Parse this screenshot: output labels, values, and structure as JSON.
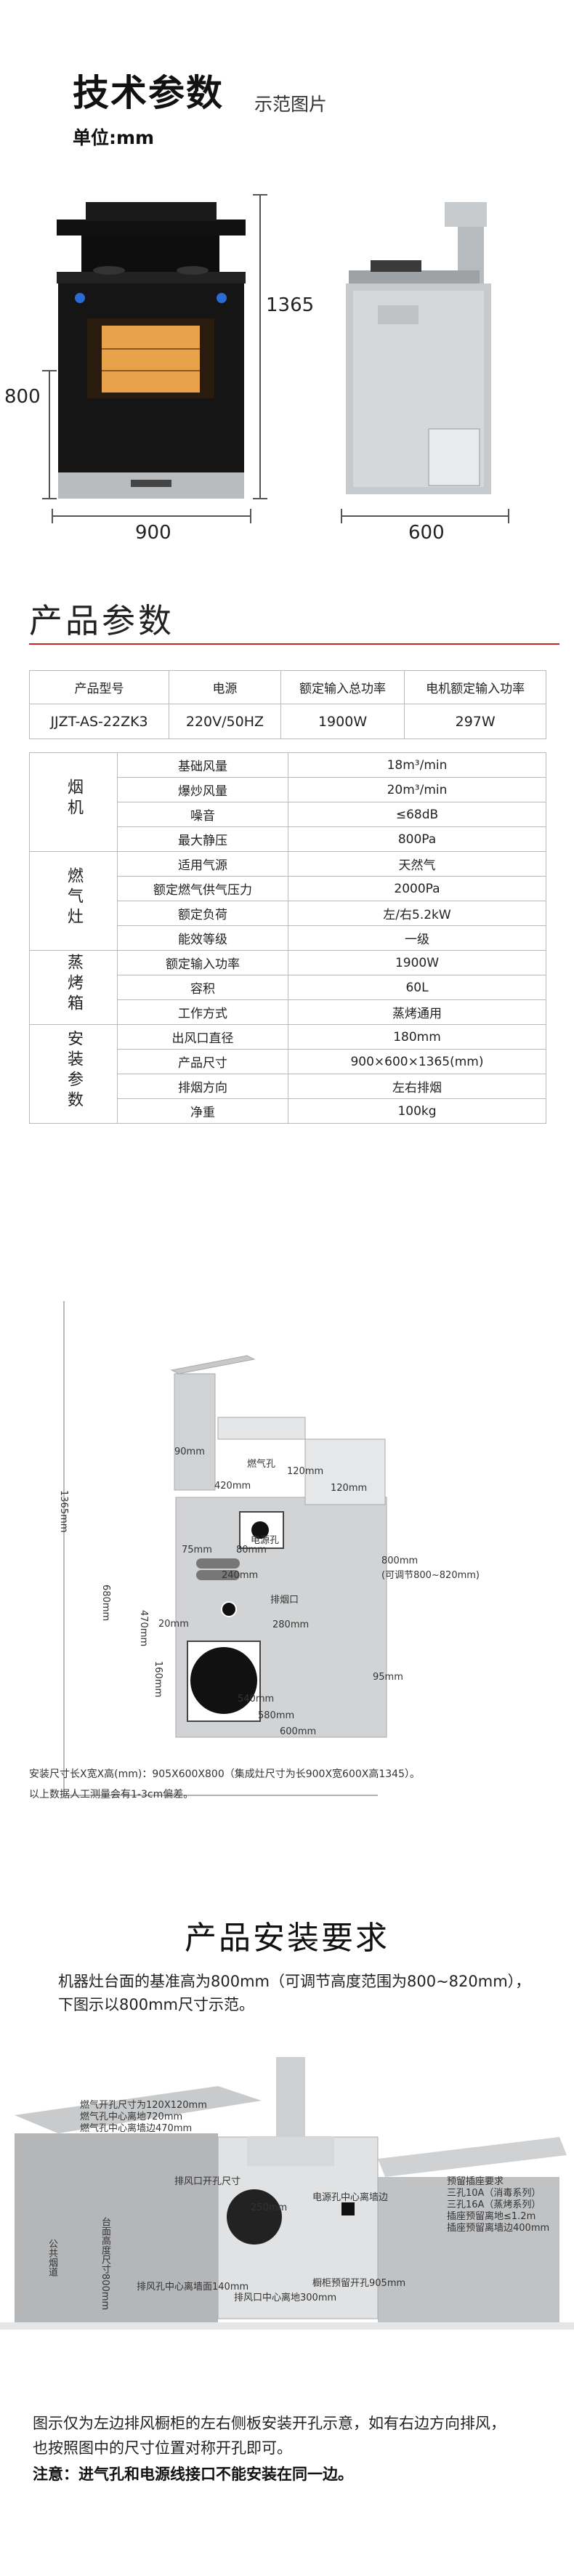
{
  "tech": {
    "title": "技术参数",
    "subtitle": "示范图片",
    "unit": "单位:mm",
    "dim_height_total": "1365",
    "dim_height_body": "800",
    "dim_width_front": "900",
    "dim_depth_side": "600"
  },
  "params": {
    "title": "产品参数",
    "header": [
      "产品型号",
      "电源",
      "额定输入总功率",
      "电机额定输入功率"
    ],
    "header_values": [
      "JJZT-AS-22ZK3",
      "220V/50HZ",
      "1900W",
      "297W"
    ],
    "groups": [
      {
        "name": "烟机",
        "rows": [
          [
            "基础风量",
            "18m³/min"
          ],
          [
            "爆炒风量",
            "20m³/min"
          ],
          [
            "噪音",
            "≤68dB"
          ],
          [
            "最大静压",
            "800Pa"
          ]
        ]
      },
      {
        "name": "燃气灶",
        "rows": [
          [
            "适用气源",
            "天然气"
          ],
          [
            "额定燃气供气压力",
            "2000Pa"
          ],
          [
            "额定负荷",
            "左/右5.2kW"
          ],
          [
            "能效等级",
            "一级"
          ]
        ]
      },
      {
        "name": "蒸烤箱",
        "rows": [
          [
            "额定输入功率",
            "1900W"
          ],
          [
            "容积",
            "60L"
          ],
          [
            "工作方式",
            "蒸烤通用"
          ]
        ]
      },
      {
        "name": "安装参数",
        "rows": [
          [
            "出风口直径",
            "180mm"
          ],
          [
            "产品尺寸",
            "900×600×1365(mm)"
          ],
          [
            "排烟方向",
            "左右排烟"
          ],
          [
            "净重",
            "100kg"
          ]
        ]
      }
    ]
  },
  "install_drawing": {
    "h1365": "1365mm",
    "h800": "800mm",
    "h800_note": "(可调节800~820mm)",
    "h680": "680mm",
    "h470": "470mm",
    "h160": "160mm",
    "w90": "90mm",
    "gas_hole": "燃气孔",
    "w120": "120mm",
    "w420": "420mm",
    "h120": "120mm",
    "power_hole": "电源孔",
    "w75": "75mm",
    "h80": "80mm",
    "w240": "240mm",
    "exhaust": "排烟口",
    "h20": "20mm",
    "h280": "280mm",
    "w95": "95mm",
    "w540": "540mm",
    "w580": "580mm",
    "w600": "600mm",
    "note1": "安装尺寸长X宽X高(mm)：905X600X800（集成灶尺寸为长900X宽600X高1345）。",
    "note2": "以上数据人工测量会有1-3cm偏差。"
  },
  "install_req": {
    "title": "产品安装要求",
    "line1": "机器灶台面的基准高为800mm（可调节高度范围为800~820mm），",
    "line2": "下图示以800mm尺寸示范。",
    "callouts": {
      "gas_size": "燃气开孔尺寸为120X120mm",
      "gas_center": "燃气孔中心离地720mm",
      "gas_center2": "燃气孔中心离墙边470mm",
      "exhaust_size": "排风口开孔尺寸",
      "power_center": "电源孔中心离墙边",
      "socket_req": "预留插座要求",
      "socket1": "三孔10A（消毒系列）",
      "socket2": "三孔16A（蒸烤系列）",
      "socket3": "插座预留离地≤1.2m",
      "socket4": "插座预留离墙边400mm",
      "counter_h": "台面高度尺寸800mm",
      "public_flue": "公共烟道",
      "exhaust_center": "排风孔中心离墙面140mm",
      "exhaust_ground": "排风口中心离地300mm",
      "cabinet_w": "橱柜预留开孔905mm",
      "w250": "250mm"
    },
    "foot1": "图示仅为左边排风橱柜的左右侧板安装开孔示意，如有右边方向排风，",
    "foot2": "也按照图中的尺寸位置对称开孔即可。",
    "foot3": "注意：进气孔和电源线接口不能安装在同一边。"
  },
  "colors": {
    "accent_red": "#cc2222",
    "steel": "#bfc3c6",
    "oven_black": "#151515",
    "oven_window": "#e8a24a"
  }
}
